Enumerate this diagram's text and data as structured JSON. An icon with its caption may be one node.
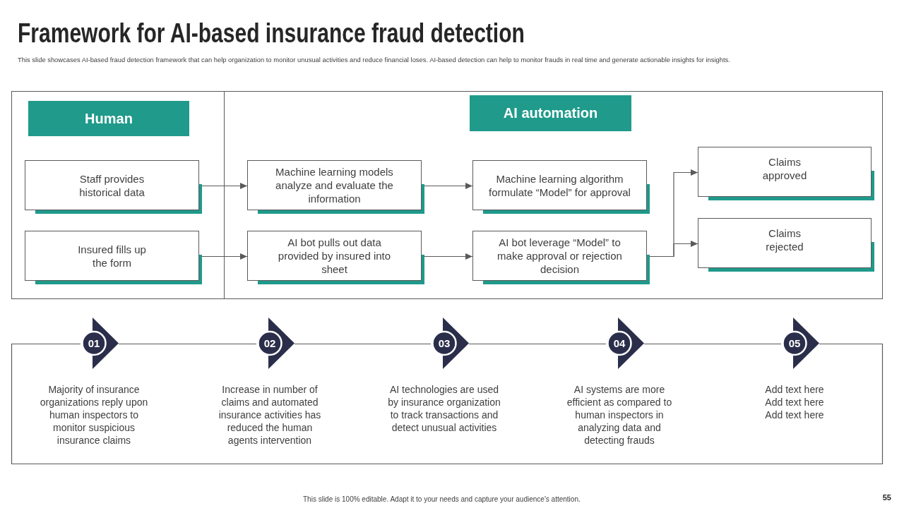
{
  "diagram": {
    "title": "Framework for AI-based insurance fraud detection",
    "caption": "This slide showcases AI-based fraud detection framework that can help organization to monitor unusual activities and reduce financial loses. AI-based detection can help to monitor frauds in real time and generate actionable insights for insights.",
    "nodes": [
      {
        "text": [
          "Human"
        ]
      },
      {
        "text": [
          "Staff provides historical data"
        ],
        "in": 0
      },
      {
        "text": [
          "Insured fills up the form"
        ],
        "in": 0
      },
      {
        "text": [
          "AI automation"
        ]
      },
      {
        "text": [
          "Machine learning models analyze and evaluate the information"
        ],
        "in": 3
      },
      {
        "text": [
          "AI bot pulls out data provided by insured into sheet"
        ],
        "in": 3
      },
      {
        "text": [
          "Machine learning algorithm formulate “Model” for approval"
        ],
        "in": 3
      },
      {
        "text": [
          "AI bot leverage “Model” to make approval or rejection decision"
        ],
        "in": 3
      },
      {
        "text": [
          "Claims approved"
        ],
        "in": 3
      },
      {
        "text": [
          "Claims rejected"
        ],
        "in": 3
      },
      {
        "text": [
          "01"
        ],
        "beside": [
          "Majority of insurance organizations reply upon human inspectors to monitor suspicious insurance claims"
        ]
      },
      {
        "text": [
          "02"
        ],
        "beside": [
          "Increase in number of claims and automated insurance activities has reduced the human agents intervention"
        ]
      },
      {
        "text": [
          "03"
        ],
        "beside": [
          "AI technologies are used by insurance organization to track transactions and detect unusual activities"
        ]
      },
      {
        "text": [
          "04"
        ],
        "beside": [
          "AI systems are more efficient as compared to human inspectors in analyzing data and detecting frauds"
        ]
      },
      {
        "text": [
          "05"
        ],
        "beside": [
          "Add text here Add text here Add text here"
        ]
      }
    ],
    "edges": [
      {
        "from": 1,
        "to": 4,
        "arrow": "to"
      },
      {
        "from": 2,
        "to": 5,
        "arrow": "to"
      },
      {
        "from": 4,
        "to": 6,
        "arrow": "to"
      },
      {
        "from": 5,
        "to": 7,
        "arrow": "to"
      },
      {
        "from": 7,
        "to": 8,
        "arrow": "to"
      },
      {
        "from": 7,
        "to": 9,
        "arrow": "to"
      },
      {
        "from": 10,
        "to": 11,
        "arrow": "none"
      },
      {
        "from": 11,
        "to": 12,
        "arrow": "none"
      },
      {
        "from": 12,
        "to": 13,
        "arrow": "none"
      },
      {
        "from": 13,
        "to": 14,
        "arrow": "none"
      }
    ],
    "labels": [
      "This slide is 100% editable. Adapt it to your needs and capture your audience's attention.",
      "55"
    ]
  }
}
